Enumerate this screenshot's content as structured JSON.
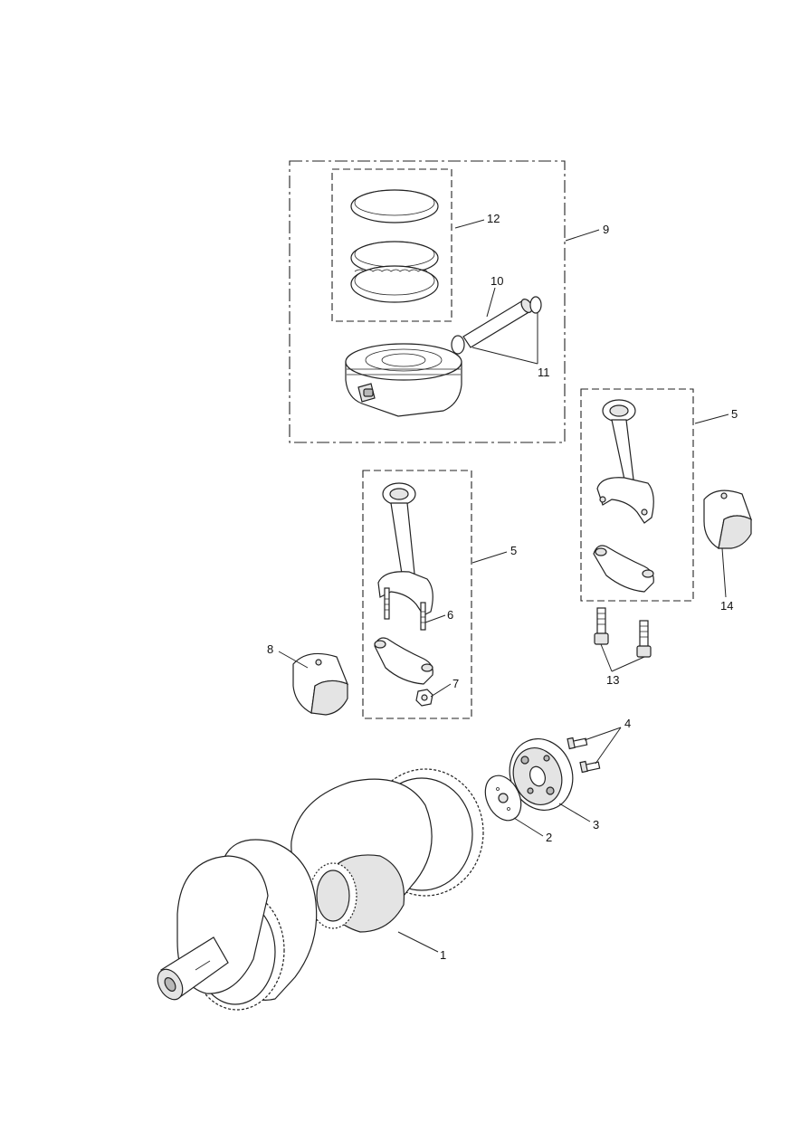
{
  "callouts": [
    {
      "id": "crankshaft",
      "label": "1"
    },
    {
      "id": "shim-plate",
      "label": "2"
    },
    {
      "id": "sprocket-hub",
      "label": "3"
    },
    {
      "id": "hub-bolts",
      "label": "4"
    },
    {
      "id": "conrod-right",
      "label": "5"
    },
    {
      "id": "conrod-center",
      "label": "5"
    },
    {
      "id": "conrod-studs",
      "label": "6"
    },
    {
      "id": "conrod-nut",
      "label": "7"
    },
    {
      "id": "bearing-shell-left",
      "label": "8"
    },
    {
      "id": "piston-assembly",
      "label": "9"
    },
    {
      "id": "gudgeon-pin",
      "label": "10"
    },
    {
      "id": "circlips",
      "label": "11"
    },
    {
      "id": "ring-set",
      "label": "12"
    },
    {
      "id": "conrod-bolts",
      "label": "13"
    },
    {
      "id": "bearing-shell-right",
      "label": "14"
    }
  ]
}
